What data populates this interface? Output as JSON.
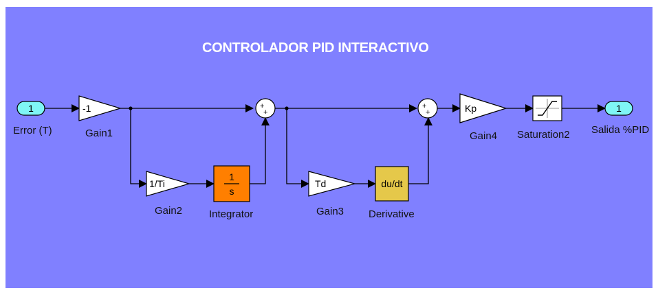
{
  "diagram": {
    "title": "CONTROLADOR PID INTERACTIVO",
    "inport": {
      "number": "1",
      "label": "Error (T)"
    },
    "outport": {
      "number": "1",
      "label": "Salida %PID"
    },
    "gain1": {
      "value": "-1",
      "label": "Gain1"
    },
    "gain2": {
      "value": "1/Ti",
      "label": "Gain2"
    },
    "gain3": {
      "value": "Td",
      "label": "Gain3"
    },
    "gain4": {
      "value": "Kp",
      "label": "Gain4"
    },
    "integrator": {
      "numerator": "1",
      "denominator": "s",
      "label": "Integrator"
    },
    "derivative": {
      "text": "du/dt",
      "label": "Derivative"
    },
    "saturation": {
      "label": "Saturation2"
    },
    "sum1": {
      "signs": "++"
    },
    "sum2": {
      "signs": "++"
    },
    "colors": {
      "background": "#8080ff",
      "port": "#7ff5f5",
      "integrator": "#ff7f00",
      "derivative": "#e5c84a",
      "block": "#ffffff",
      "title": "#ffffff"
    },
    "icons": [
      "inport-icon",
      "outport-icon",
      "saturation-icon",
      "gain-icon",
      "sum-icon"
    ]
  }
}
